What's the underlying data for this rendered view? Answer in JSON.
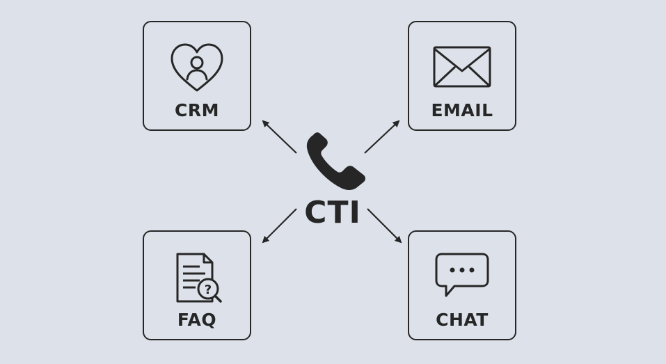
{
  "diagram": {
    "center": {
      "label": "CTI",
      "icon": "phone-icon"
    },
    "nodes": [
      {
        "id": "crm",
        "label": "CRM",
        "icon": "heart-user-icon"
      },
      {
        "id": "email",
        "label": "EMAIL",
        "icon": "envelope-icon"
      },
      {
        "id": "faq",
        "label": "FAQ",
        "icon": "document-question-icon"
      },
      {
        "id": "chat",
        "label": "CHAT",
        "icon": "chat-bubble-icon"
      }
    ],
    "colors": {
      "background": "#dde2ea",
      "stroke": "#262626"
    }
  }
}
